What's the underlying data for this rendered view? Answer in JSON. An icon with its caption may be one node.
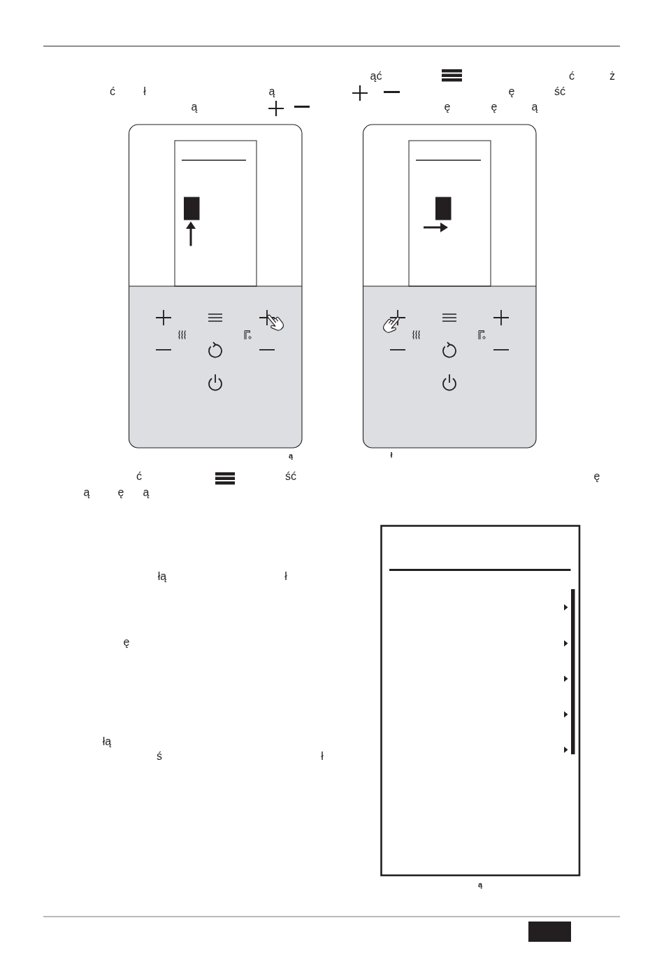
{
  "diagram": {
    "labels": [
      "ąć",
      "ć",
      "ż",
      "ć",
      "ł",
      "ą",
      "ę",
      "ść",
      "ą",
      "ę",
      "ę",
      "ą",
      "ą",
      "ł",
      "ć",
      "ść",
      "ę",
      "ą",
      "ę",
      "ą",
      "łą",
      "ł",
      "ę",
      "łą",
      "ś",
      "ł",
      "ą"
    ]
  }
}
